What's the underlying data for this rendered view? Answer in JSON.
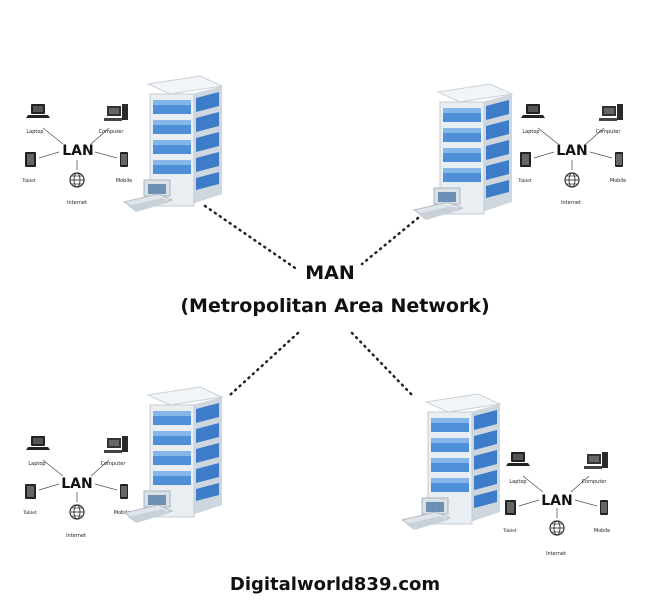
{
  "center": {
    "title": "MAN",
    "subtitle": "(Metropolitan Area Network)"
  },
  "footer": "Digitalworld839.com",
  "lan": {
    "label": "LAN",
    "devices": {
      "laptop": "Laptop",
      "computer": "Computer",
      "tablet": "Tablet",
      "mobile": "Mobile",
      "internet": "Internet"
    }
  },
  "clusters": [
    {
      "id": "top-left"
    },
    {
      "id": "top-right"
    },
    {
      "id": "bottom-left"
    },
    {
      "id": "bottom-right"
    }
  ],
  "colors": {
    "glass": "#4f8fd8",
    "glass_light": "#9cc6f2",
    "frame": "#e9eef3",
    "frame_shadow": "#b9c3cc",
    "dots": "#222222"
  }
}
